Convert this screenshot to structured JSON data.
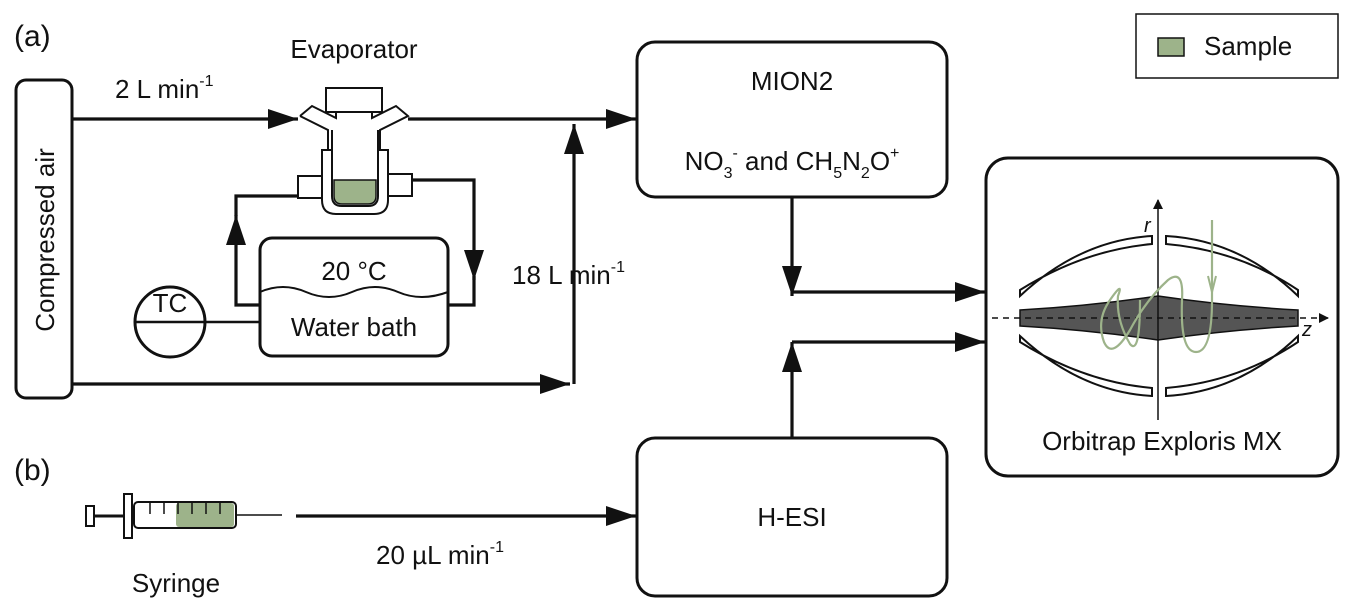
{
  "labels": {
    "panel_a": "(a)",
    "panel_b": "(b)",
    "compressed_air": "Compressed air",
    "flow_2": "2 L min",
    "flow_2_sup": "-1",
    "evaporator": "Evaporator",
    "flow_18": "18 L min",
    "flow_18_sup": "-1",
    "temperature": "20 °C",
    "water_bath": "Water bath",
    "tc": "TC",
    "mion2": "MION2",
    "reagent_no3": "NO",
    "reagent_no3_sub": "3",
    "reagent_no3_sup": "-",
    "reagent_and": " and CH",
    "reagent_ch5_sub": "5",
    "reagent_n": "N",
    "reagent_n2_sub": "2",
    "reagent_o": "O",
    "reagent_o_sup": "+",
    "legend_sample": "Sample",
    "orbitrap": "Orbitrap Exploris MX",
    "axis_r": "r",
    "axis_z": "z",
    "syringe": "Syringe",
    "flow_20": "20 µL min",
    "flow_20_sup": "-1",
    "hesi": "H-ESI"
  },
  "colors": {
    "sample": "#9DB38A",
    "electrode": "#555555",
    "trajectory": "#9DB38A",
    "line": "#111111"
  }
}
